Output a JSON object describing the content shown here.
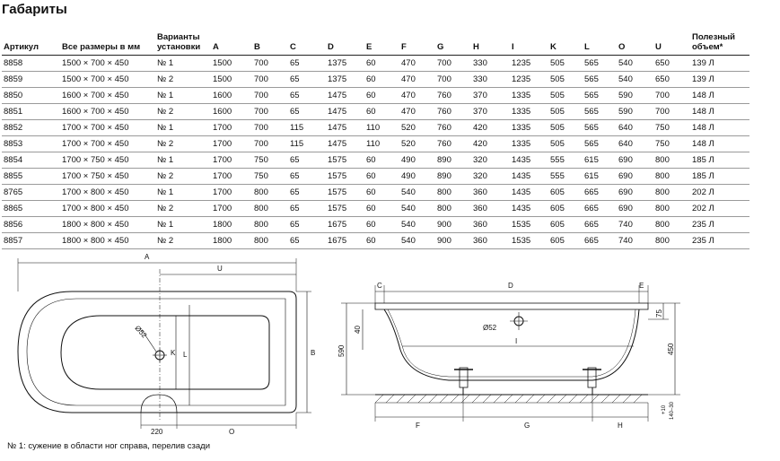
{
  "title": "Габариты",
  "table": {
    "headers": {
      "article": "Артикул",
      "all_sizes": "Все размеры в мм",
      "variant_l1": "Варианты",
      "variant_l2": "установки",
      "a": "A",
      "b": "B",
      "c": "C",
      "d": "D",
      "e": "E",
      "f": "F",
      "g": "G",
      "h": "H",
      "i": "I",
      "k": "K",
      "l": "L",
      "o": "O",
      "u": "U",
      "volume_l1": "Полезный",
      "volume_l2": "объем*"
    },
    "rows": [
      [
        "8858",
        "1500 × 700 × 450",
        "№ 1",
        "1500",
        "700",
        "65",
        "1375",
        "60",
        "470",
        "700",
        "330",
        "1235",
        "505",
        "565",
        "540",
        "650",
        "139 Л"
      ],
      [
        "8859",
        "1500 × 700 × 450",
        "№ 2",
        "1500",
        "700",
        "65",
        "1375",
        "60",
        "470",
        "700",
        "330",
        "1235",
        "505",
        "565",
        "540",
        "650",
        "139 Л"
      ],
      [
        "8850",
        "1600 × 700 × 450",
        "№ 1",
        "1600",
        "700",
        "65",
        "1475",
        "60",
        "470",
        "760",
        "370",
        "1335",
        "505",
        "565",
        "590",
        "700",
        "148 Л"
      ],
      [
        "8851",
        "1600 × 700 × 450",
        "№ 2",
        "1600",
        "700",
        "65",
        "1475",
        "60",
        "470",
        "760",
        "370",
        "1335",
        "505",
        "565",
        "590",
        "700",
        "148 Л"
      ],
      [
        "8852",
        "1700 × 700 × 450",
        "№ 1",
        "1700",
        "700",
        "115",
        "1475",
        "110",
        "520",
        "760",
        "420",
        "1335",
        "505",
        "565",
        "640",
        "750",
        "148 Л"
      ],
      [
        "8853",
        "1700 × 700 × 450",
        "№ 2",
        "1700",
        "700",
        "115",
        "1475",
        "110",
        "520",
        "760",
        "420",
        "1335",
        "505",
        "565",
        "640",
        "750",
        "148 Л"
      ],
      [
        "8854",
        "1700 × 750 × 450",
        "№ 1",
        "1700",
        "750",
        "65",
        "1575",
        "60",
        "490",
        "890",
        "320",
        "1435",
        "555",
        "615",
        "690",
        "800",
        "185 Л"
      ],
      [
        "8855",
        "1700 × 750 × 450",
        "№ 2",
        "1700",
        "750",
        "65",
        "1575",
        "60",
        "490",
        "890",
        "320",
        "1435",
        "555",
        "615",
        "690",
        "800",
        "185 Л"
      ],
      [
        "8765",
        "1700 × 800 × 450",
        "№ 1",
        "1700",
        "800",
        "65",
        "1575",
        "60",
        "540",
        "800",
        "360",
        "1435",
        "605",
        "665",
        "690",
        "800",
        "202 Л"
      ],
      [
        "8865",
        "1700 × 800 × 450",
        "№ 2",
        "1700",
        "800",
        "65",
        "1575",
        "60",
        "540",
        "800",
        "360",
        "1435",
        "605",
        "665",
        "690",
        "800",
        "202 Л"
      ],
      [
        "8856",
        "1800 × 800 × 450",
        "№ 1",
        "1800",
        "800",
        "65",
        "1675",
        "60",
        "540",
        "900",
        "360",
        "1535",
        "605",
        "665",
        "740",
        "800",
        "235 Л"
      ],
      [
        "8857",
        "1800 × 800 × 450",
        "№ 2",
        "1800",
        "800",
        "65",
        "1675",
        "60",
        "540",
        "900",
        "360",
        "1535",
        "605",
        "665",
        "740",
        "800",
        "235 Л"
      ]
    ]
  },
  "plan_view": {
    "dim_a": "A",
    "dim_u": "U",
    "dim_b": "B",
    "dim_k": "K",
    "dim_l": "L",
    "dim_o": "O",
    "dim_220": "220",
    "dim_d52": "Ø52"
  },
  "side_view": {
    "dim_c": "C",
    "dim_d": "D",
    "dim_e": "E",
    "dim_i": "I",
    "dim_f": "F",
    "dim_g": "G",
    "dim_h": "H",
    "dim_590": "590",
    "dim_40": "40",
    "dim_75": "75",
    "dim_450": "450",
    "dim_d52": "Ø52",
    "dim_10": "+10",
    "dim_140": "140–30"
  },
  "footnote": "№ 1: сужение в области ног справа, перелив сзади"
}
